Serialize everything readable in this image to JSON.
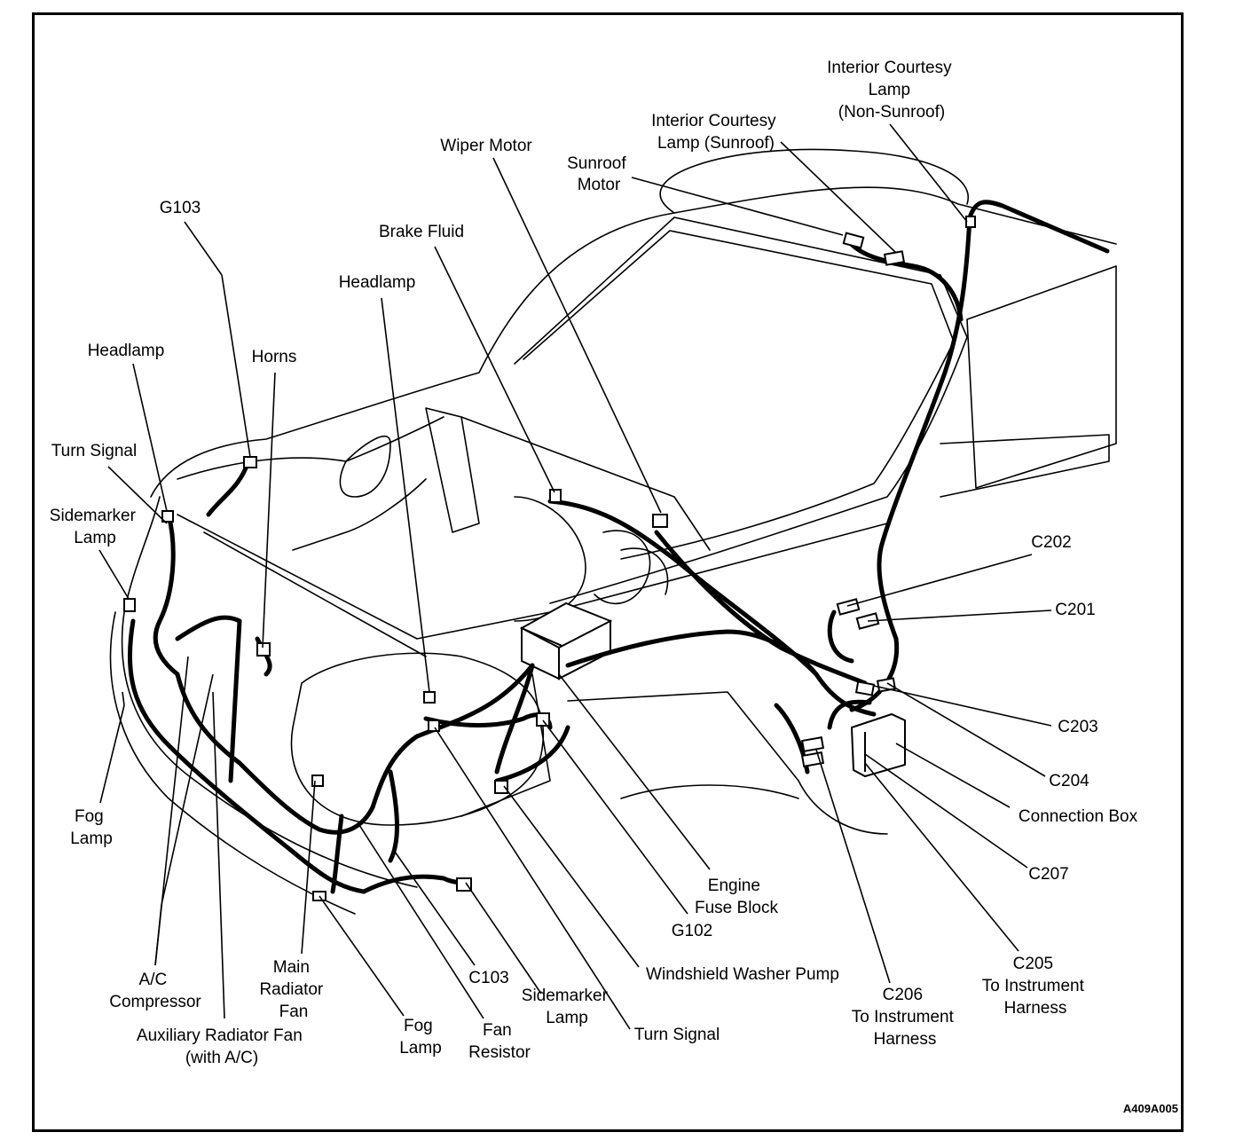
{
  "figure_id": "A409A005",
  "labels": {
    "interior_courtesy_non_sunroof": [
      "Interior Courtesy",
      "Lamp",
      "(Non-Sunroof)"
    ],
    "interior_courtesy_sunroof": [
      "Interior Courtesy",
      "Lamp (Sunroof)"
    ],
    "wiper_motor": [
      "Wiper Motor"
    ],
    "sunroof_motor": [
      "Sunroof",
      "Motor"
    ],
    "g103": [
      "G103"
    ],
    "brake_fluid": [
      "Brake Fluid"
    ],
    "headlamp_center": [
      "Headlamp"
    ],
    "headlamp_left": [
      "Headlamp"
    ],
    "horns": [
      "Horns"
    ],
    "turn_signal_left": [
      "Turn Signal"
    ],
    "sidemarker_left": [
      "Sidemarker",
      "Lamp"
    ],
    "c202": [
      "C202"
    ],
    "c201": [
      "C201"
    ],
    "c203": [
      "C203"
    ],
    "c204": [
      "C204"
    ],
    "connection_box": [
      "Connection Box"
    ],
    "c207": [
      "C207"
    ],
    "fog_lamp_left": [
      "Fog",
      "Lamp"
    ],
    "engine_fuse_block": [
      "Engine",
      "Fuse Block"
    ],
    "g102": [
      "G102"
    ],
    "windshield_washer_pump": [
      "Windshield Washer Pump"
    ],
    "c205": [
      "C205",
      "To Instrument",
      "Harness"
    ],
    "c206": [
      "C206",
      "To Instrument",
      "Harness"
    ],
    "ac_compressor": [
      "A/C",
      "Compressor"
    ],
    "main_radiator_fan": [
      "Main",
      "Radiator",
      "Fan"
    ],
    "c103": [
      "C103"
    ],
    "sidemarker_bottom": [
      "Sidemarker",
      "Lamp"
    ],
    "turn_signal_bottom": [
      "Turn Signal"
    ],
    "fog_lamp_bottom": [
      "Fog",
      "Lamp"
    ],
    "fan_resistor": [
      "Fan",
      "Resistor"
    ],
    "auxiliary_radiator_fan": [
      "Auxiliary Radiator Fan",
      "(with A/C)"
    ]
  }
}
